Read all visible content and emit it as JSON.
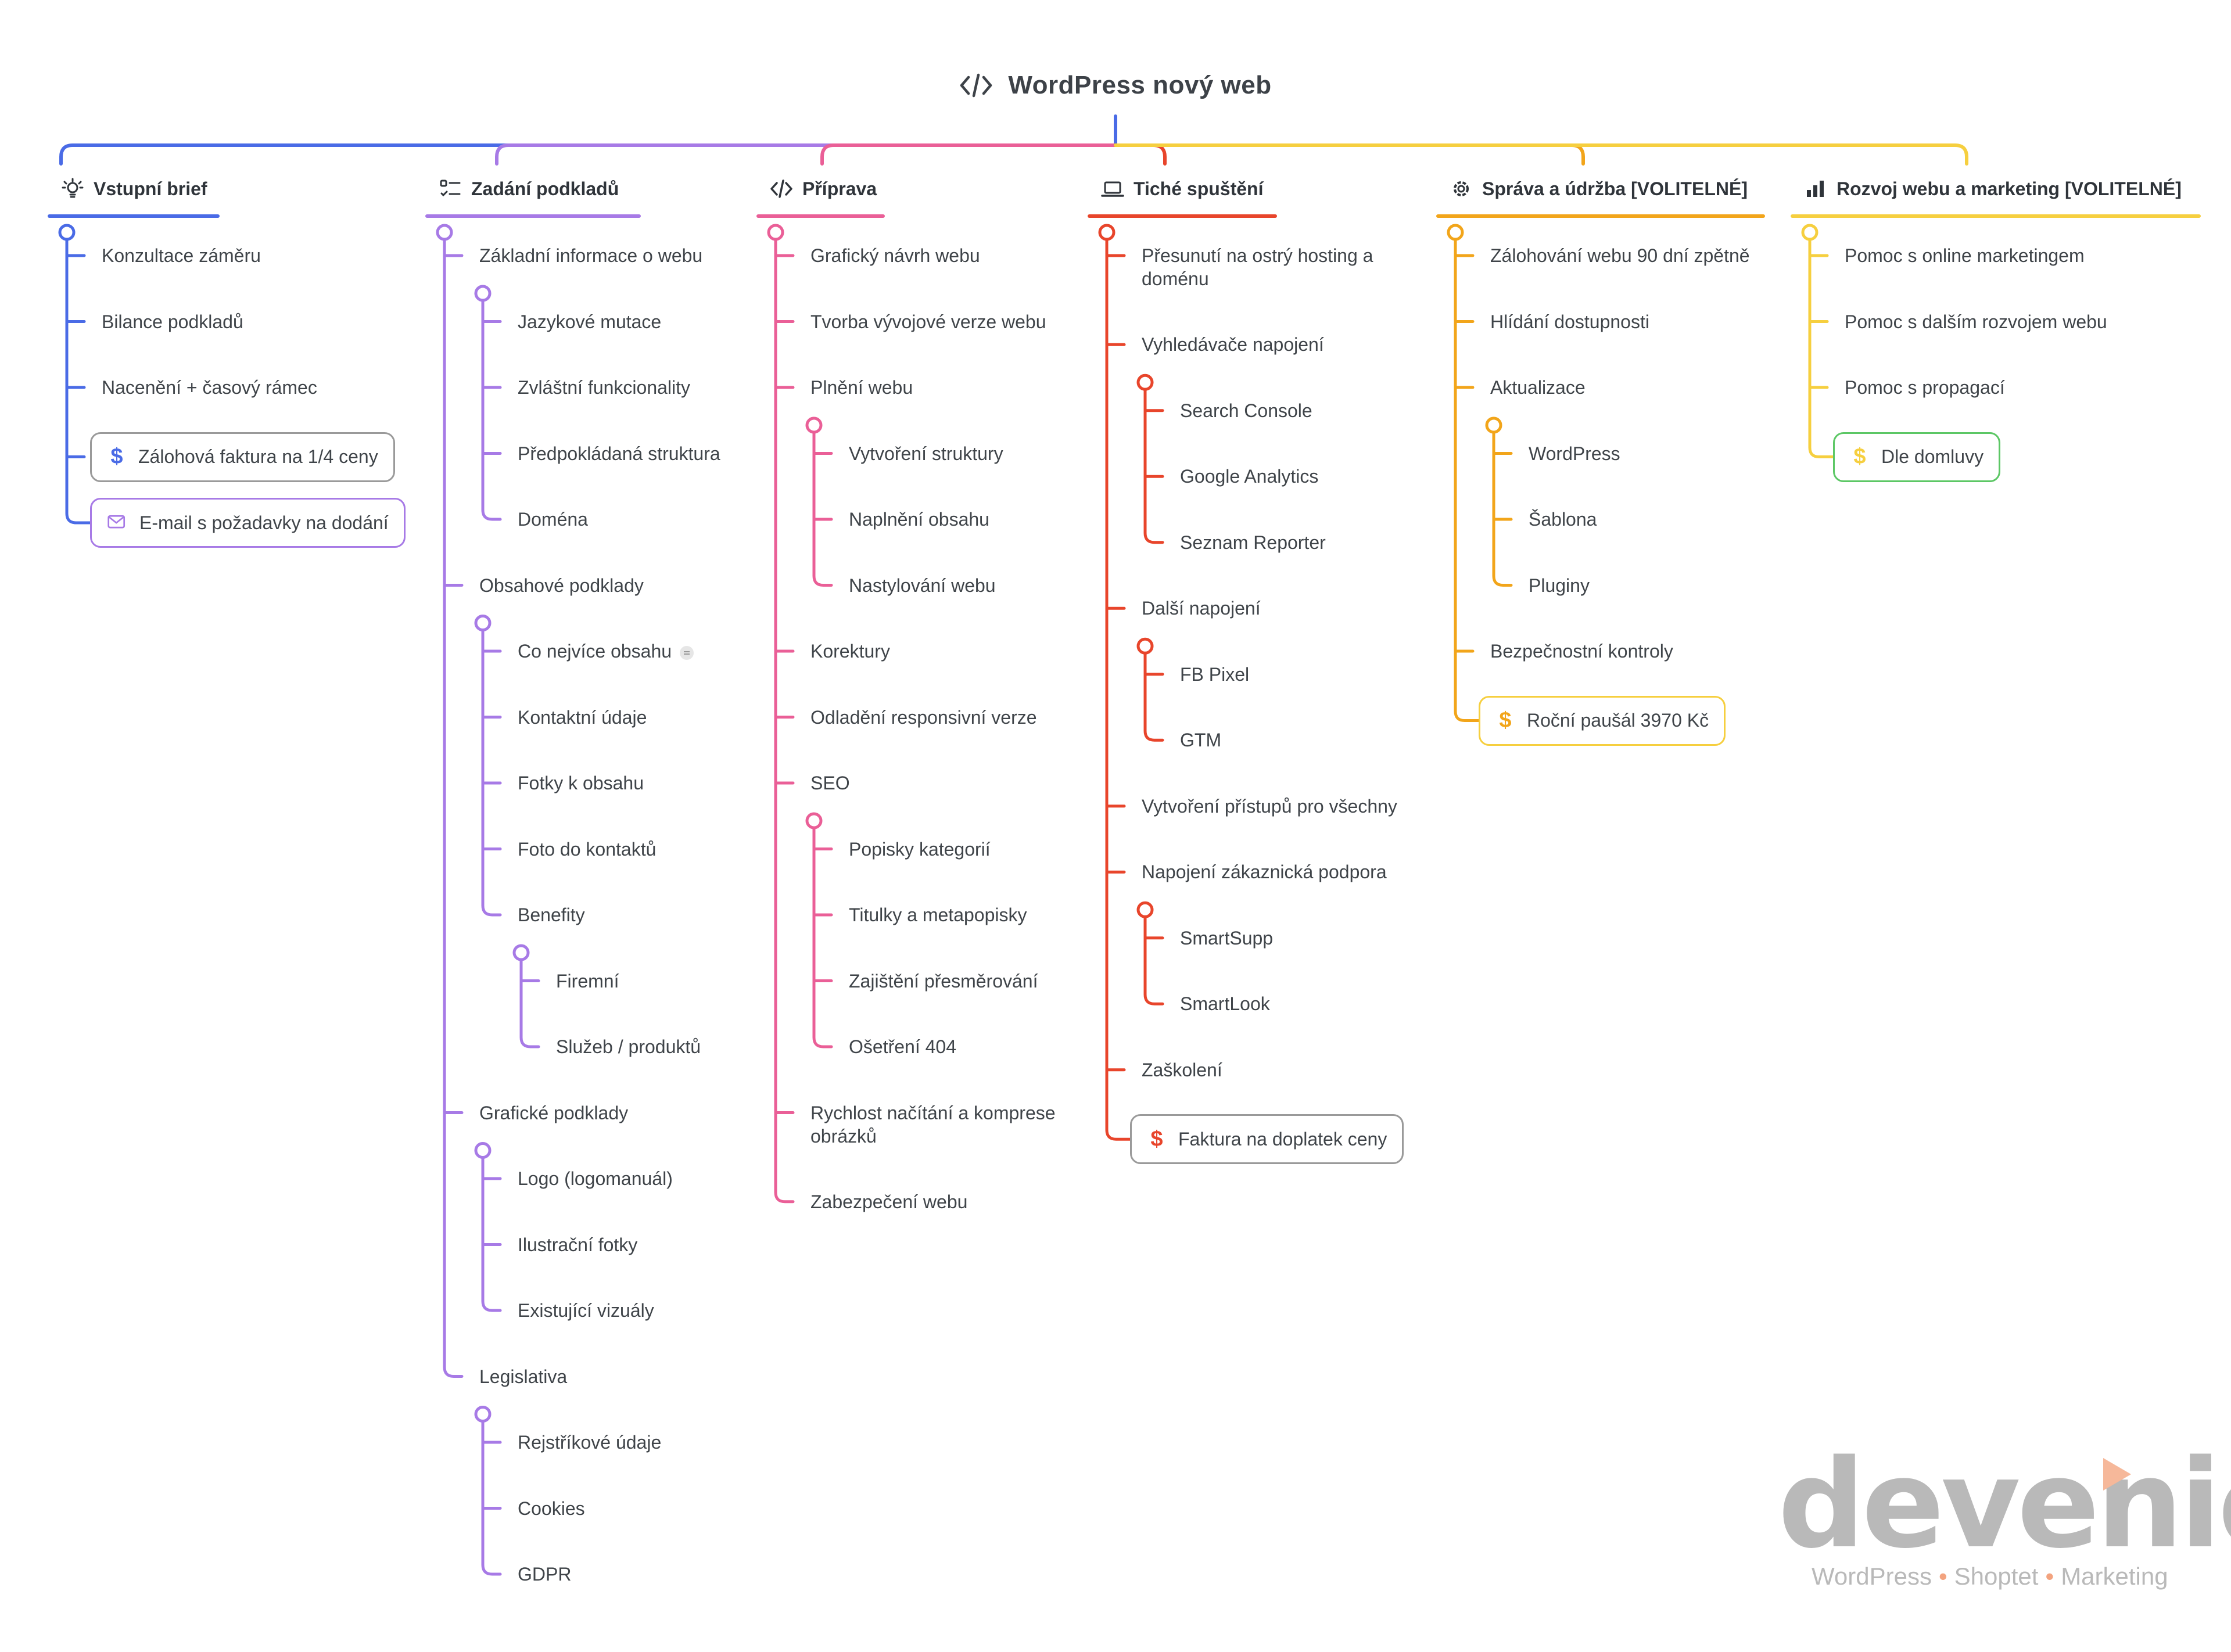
{
  "root": {
    "title": "WordPress nový web",
    "icon": "code-icon"
  },
  "colors": {
    "blue": "#4a6be6",
    "purple": "#a77ae6",
    "pink": "#ea5f97",
    "red": "#e8452b",
    "orange": "#f2a51a",
    "yellow": "#f6cf3f",
    "green": "#5cc765",
    "gray": "#9a9a9a"
  },
  "branches": [
    {
      "title": "Vstupní brief",
      "icon": "lightbulb-icon",
      "color": "#4a6be6",
      "items": [
        {
          "label": "Konzultace záměru"
        },
        {
          "label": "Bilance podkladů"
        },
        {
          "label": "Nacenění + časový rámec"
        },
        {
          "label": "Zálohová faktura na 1/4 ceny",
          "pill": true,
          "pillIcon": "dollar-icon",
          "pillColor": "#9a9a9a"
        },
        {
          "label": "E-mail s požadavky na dodání",
          "pill": true,
          "pillIcon": "mail-icon",
          "pillColor": "#a77ae6"
        }
      ]
    },
    {
      "title": "Zadání podkladů",
      "icon": "checklist-icon",
      "color": "#a77ae6",
      "items": [
        {
          "label": "Základní informace o webu",
          "children": [
            {
              "label": "Jazykové mutace"
            },
            {
              "label": "Zvláštní funkcionality"
            },
            {
              "label": "Předpokládaná struktura"
            },
            {
              "label": "Doména"
            }
          ]
        },
        {
          "label": "Obsahové podklady",
          "children": [
            {
              "label": "Co nejvíce obsahu",
              "note": true
            },
            {
              "label": "Kontaktní údaje"
            },
            {
              "label": "Fotky k obsahu"
            },
            {
              "label": "Foto do kontaktů"
            },
            {
              "label": "Benefity",
              "children": [
                {
                  "label": "Firemní"
                },
                {
                  "label": "Služeb / produktů"
                }
              ]
            }
          ]
        },
        {
          "label": "Grafické podklady",
          "children": [
            {
              "label": "Logo (logomanuál)"
            },
            {
              "label": "Ilustrační fotky"
            },
            {
              "label": "Existující vizuály"
            }
          ]
        },
        {
          "label": "Legislativa",
          "children": [
            {
              "label": "Rejstříkové údaje"
            },
            {
              "label": "Cookies"
            },
            {
              "label": "GDPR"
            }
          ]
        }
      ]
    },
    {
      "title": "Příprava",
      "icon": "code-icon",
      "color": "#ea5f97",
      "items": [
        {
          "label": "Grafický návrh webu"
        },
        {
          "label": "Tvorba vývojové verze webu"
        },
        {
          "label": "Plnění webu",
          "children": [
            {
              "label": "Vytvoření struktury"
            },
            {
              "label": "Naplnění obsahu"
            },
            {
              "label": "Nastylování webu"
            }
          ]
        },
        {
          "label": "Korektury"
        },
        {
          "label": "Odladění responsivní verze"
        },
        {
          "label": "SEO",
          "children": [
            {
              "label": "Popisky kategorií"
            },
            {
              "label": "Titulky a metapopisky"
            },
            {
              "label": "Zajištění přesměrování"
            },
            {
              "label": "Ošetření 404"
            }
          ]
        },
        {
          "label": "Rychlost načítání a komprese obrázků",
          "wrap": true
        },
        {
          "label": "Zabezpečení webu"
        }
      ]
    },
    {
      "title": "Tiché spuštění",
      "icon": "laptop-icon",
      "color": "#e8452b",
      "items": [
        {
          "label": "Přesunutí na ostrý hosting a doménu",
          "wrap": true
        },
        {
          "label": "Vyhledávače napojení",
          "children": [
            {
              "label": "Search Console"
            },
            {
              "label": "Google Analytics"
            },
            {
              "label": "Seznam Reporter"
            }
          ]
        },
        {
          "label": "Další napojení",
          "children": [
            {
              "label": "FB Pixel"
            },
            {
              "label": "GTM"
            }
          ]
        },
        {
          "label": "Vytvoření přístupů pro všechny"
        },
        {
          "label": "Napojení zákaznická podpora",
          "children": [
            {
              "label": "SmartSupp"
            },
            {
              "label": "SmartLook"
            }
          ]
        },
        {
          "label": "Zaškolení"
        },
        {
          "label": "Faktura na doplatek ceny",
          "pill": true,
          "pillIcon": "dollar-icon",
          "pillColor": "#9a9a9a"
        }
      ]
    },
    {
      "title": "Správa a údržba [VOLITELNÉ]",
      "icon": "gear-icon",
      "color": "#f2a51a",
      "items": [
        {
          "label": "Zálohování webu 90 dní zpětně"
        },
        {
          "label": "Hlídání dostupnosti"
        },
        {
          "label": "Aktualizace",
          "children": [
            {
              "label": "WordPress"
            },
            {
              "label": "Šablona"
            },
            {
              "label": "Pluginy"
            }
          ]
        },
        {
          "label": "Bezpečnostní kontroly"
        },
        {
          "label": "Roční paušál 3970 Kč",
          "pill": true,
          "pillIcon": "dollar-icon",
          "pillColor": "#f6cf3f"
        }
      ]
    },
    {
      "title": "Rozvoj webu a marketing [VOLITELNÉ]",
      "icon": "bar-chart-icon",
      "color": "#f6cf3f",
      "items": [
        {
          "label": "Pomoc s online marketingem"
        },
        {
          "label": "Pomoc s dalším rozvojem webu"
        },
        {
          "label": "Pomoc s propagací"
        },
        {
          "label": "Dle domluvy",
          "pill": true,
          "pillIcon": "dollar-icon",
          "pillColor": "#5cc765"
        }
      ]
    }
  ],
  "logo": {
    "word": "devenio",
    "tag1": "WordPress",
    "tag2": "Shoptet",
    "tag3": "Marketing"
  }
}
